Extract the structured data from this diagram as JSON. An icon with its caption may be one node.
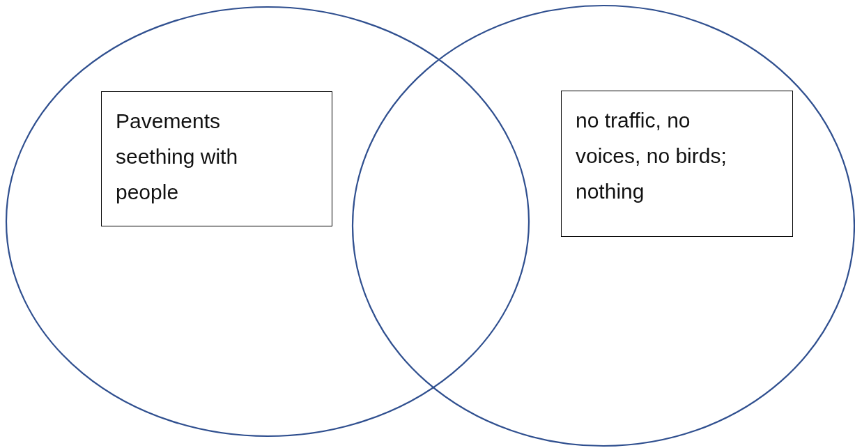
{
  "diagram": {
    "nodes": [
      {
        "text": [],
        "shape": "ellipse"
      },
      {
        "text": [
          "Pavements seething with people"
        ],
        "in": 0
      },
      {
        "text": [],
        "shape": "ellipse"
      },
      {
        "text": [
          "no traffic, no voices, no birds; nothing"
        ],
        "in": 2
      }
    ]
  }
}
